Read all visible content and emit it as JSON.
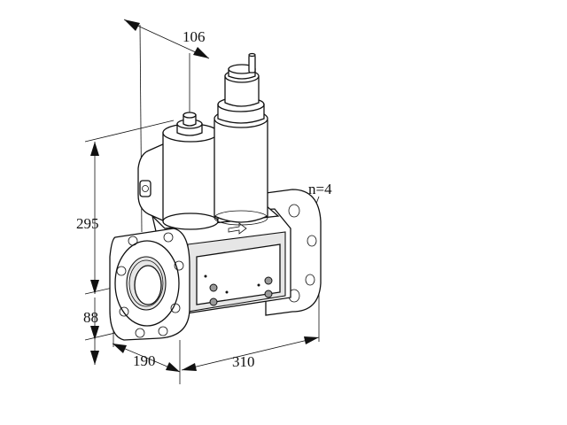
{
  "dimensions": {
    "top_width": "106",
    "height": "295",
    "bottom_offset": "88",
    "depth": "190",
    "length": "310"
  },
  "annotations": {
    "bolt_count": "n=4"
  },
  "colors": {
    "line": "#111111",
    "background": "#ffffff"
  }
}
